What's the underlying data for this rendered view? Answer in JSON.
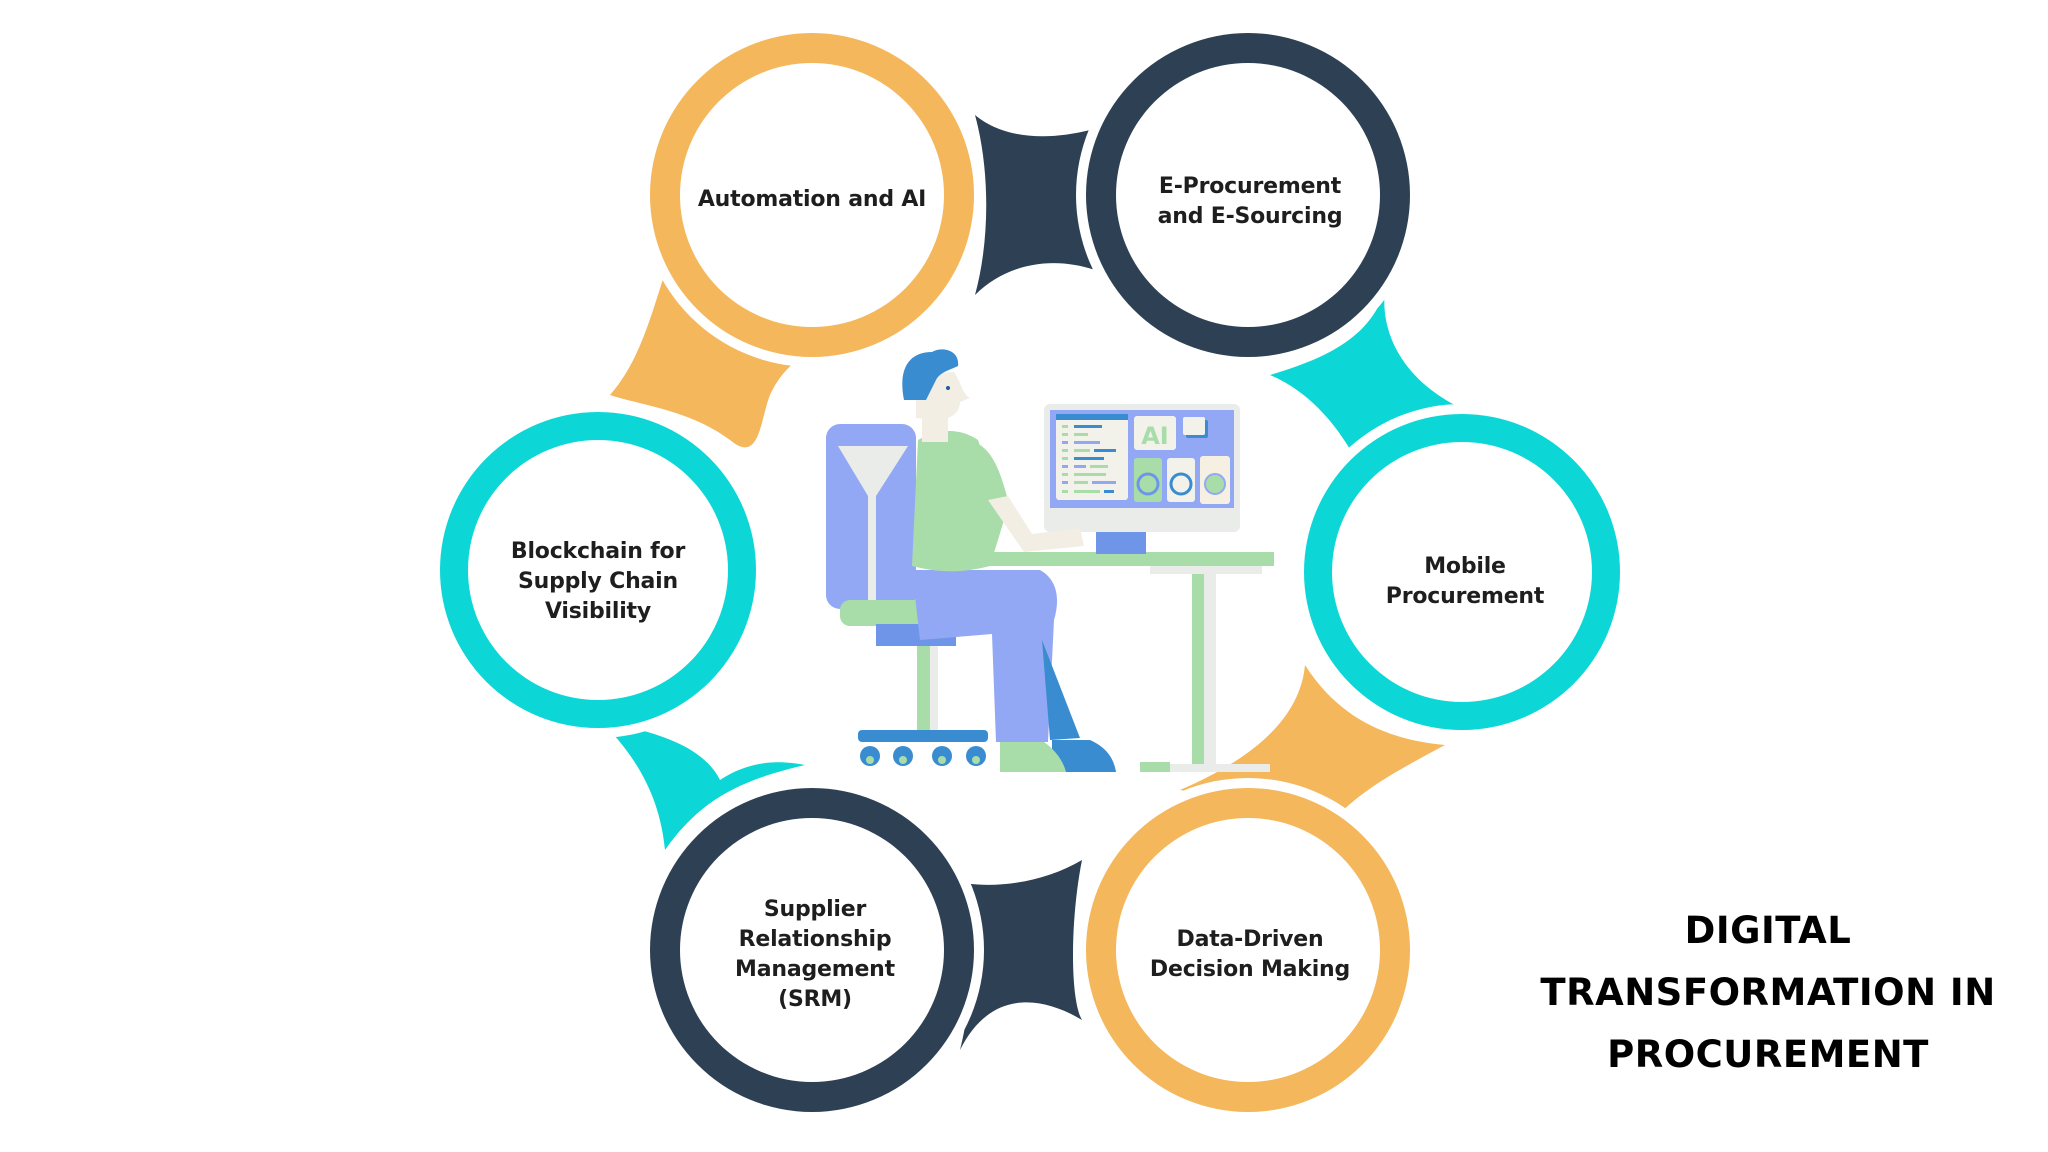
{
  "title": {
    "lines": [
      "DIGITAL",
      "TRANSFORMATION IN",
      "PROCUREMENT"
    ]
  },
  "colors": {
    "orange": "#F4B75C",
    "navy": "#2E4154",
    "teal": "#0CD7D6",
    "background": "#FFFFFF",
    "text": "#1E1E1E"
  },
  "nodes": [
    {
      "id": "automation",
      "label": "Automation and AI",
      "color": "orange",
      "position": "top-left"
    },
    {
      "id": "e-procurement",
      "label": "E-Procurement\nand E-Sourcing",
      "color": "navy",
      "position": "top-right"
    },
    {
      "id": "mobile",
      "label": "Mobile\nProcurement",
      "color": "teal",
      "position": "right"
    },
    {
      "id": "data-driven",
      "label": "Data-Driven\nDecision Making",
      "color": "orange",
      "position": "bottom-right"
    },
    {
      "id": "srm",
      "label": "Supplier\nRelationship\nManagement\n(SRM)",
      "color": "navy",
      "position": "bottom-left"
    },
    {
      "id": "blockchain",
      "label": "Blockchain for\nSupply Chain\nVisibility",
      "color": "teal",
      "position": "left"
    }
  ],
  "illustration": {
    "description": "person-at-desk-with-computer",
    "screen_text": "AI"
  }
}
